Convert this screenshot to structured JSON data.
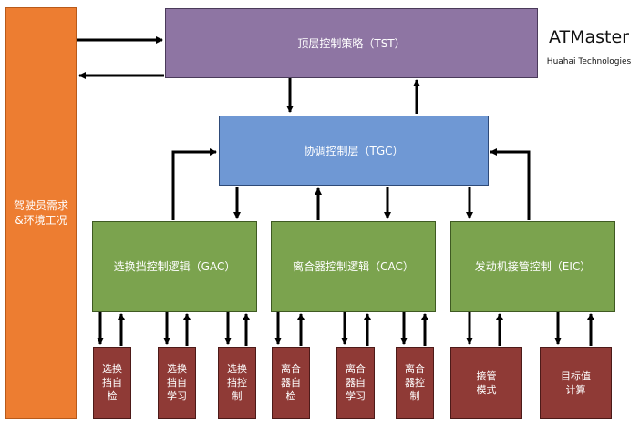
{
  "brand": {
    "name": "ATMaster",
    "company": "Huahai Technologies"
  },
  "colors": {
    "orange": "#ED7D31",
    "purple": "#8E75A3",
    "blue": "#6F98D4",
    "green": "#7BA34E",
    "red": "#8F3A36"
  },
  "blocks": {
    "driver": "驾驶员需求\n&环境工况",
    "tst": "顶层控制策略（TST）",
    "tgc": "协调控制层（TGC）",
    "gac": "选换挡控制逻辑（GAC）",
    "cac": "离合器控制逻辑（CAC）",
    "eic": "发动机接管控制（EIC）"
  },
  "leaves": [
    "选换\n挡自\n检",
    "选换\n挡自\n学习",
    "选换\n挡控\n制",
    "离合\n器自\n检",
    "离合\n器自\n学习",
    "离合\n器控\n制",
    "接管\n模式",
    "目标值\n计算"
  ]
}
